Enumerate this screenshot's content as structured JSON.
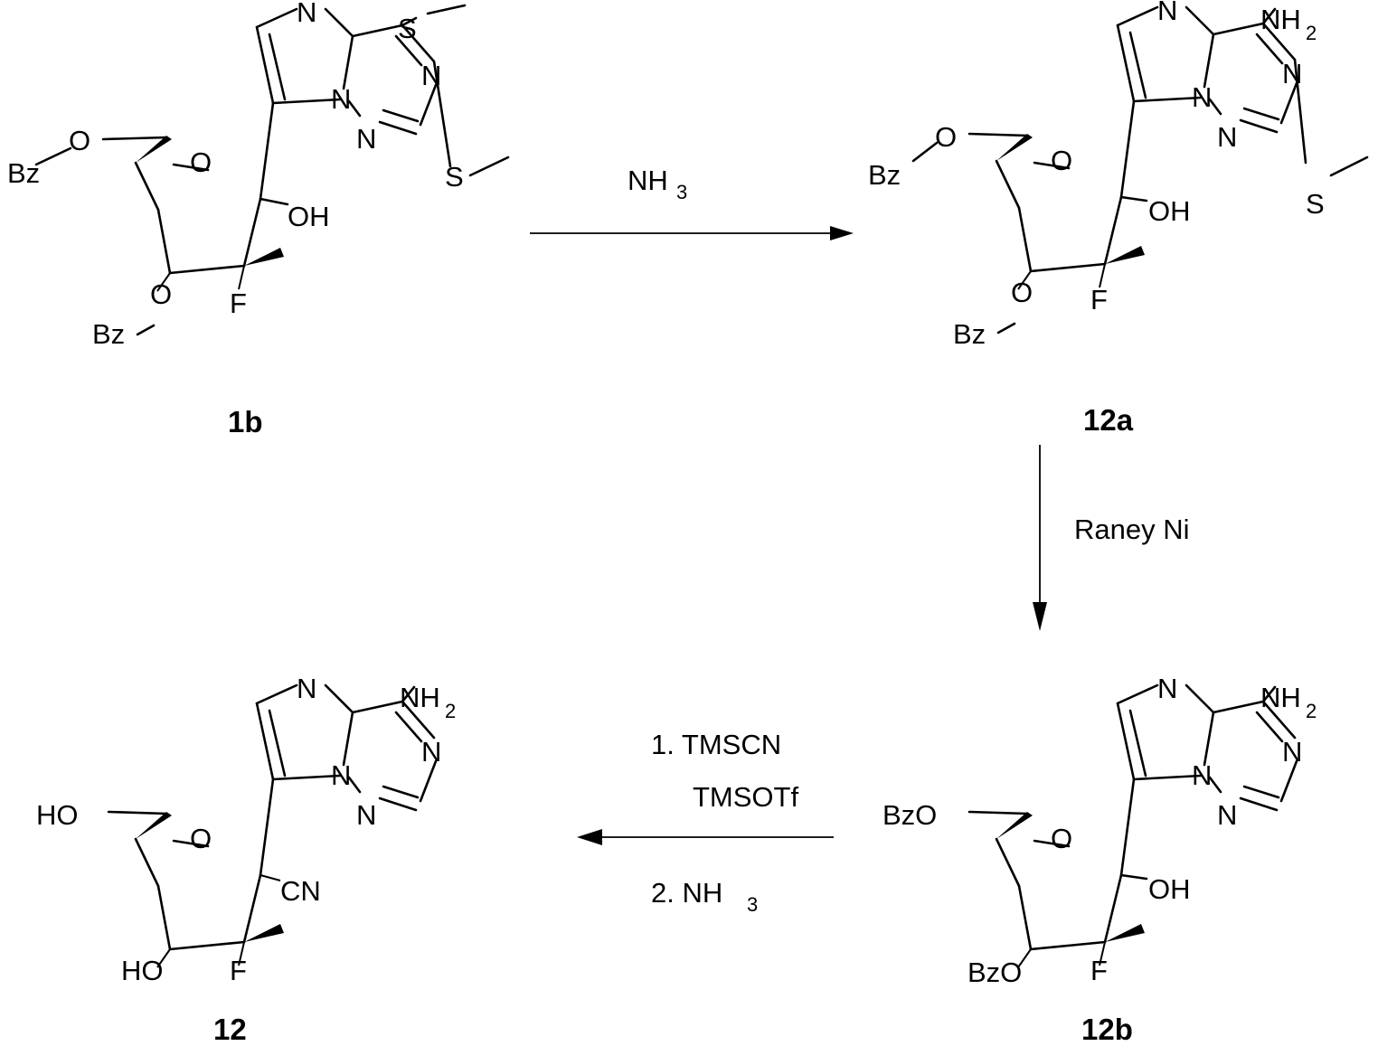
{
  "compounds": [
    {
      "id": "1b",
      "label": "1b"
    },
    {
      "id": "12a",
      "label": "12a"
    },
    {
      "id": "12b",
      "label": "12b"
    },
    {
      "id": "12",
      "label": "12"
    }
  ],
  "reactions": [
    {
      "from": "1b",
      "to": "12a",
      "reagents": [
        "NH",
        "3"
      ]
    },
    {
      "from": "12a",
      "to": "12b",
      "reagents": [
        "Raney Ni"
      ]
    },
    {
      "from": "12b",
      "to": "12",
      "reagents": [
        "1. TMSCN",
        "TMSOTf",
        "2. NH",
        "3"
      ]
    }
  ],
  "atoms": {
    "bz": "Bz",
    "bzo": "BzO",
    "ho": "HO",
    "o": "O",
    "oh": "OH",
    "n": "N",
    "s": "S",
    "f": "F",
    "cn": "CN",
    "nh": "NH",
    "two": "2"
  }
}
